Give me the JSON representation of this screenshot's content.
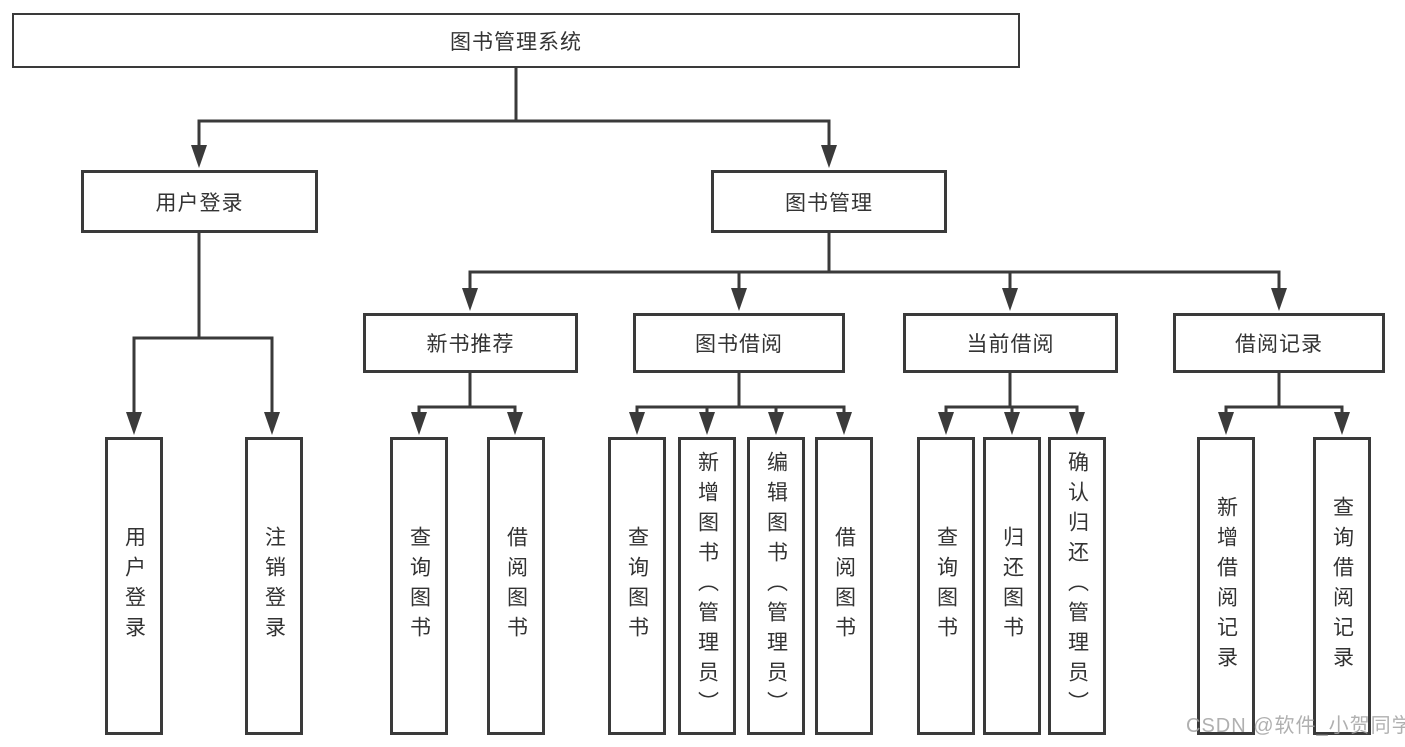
{
  "diagram": {
    "type": "hierarchy-tree",
    "root": {
      "label": "图书管理系统",
      "children": [
        {
          "label": "用户登录",
          "children": [
            {
              "label": "用户登录"
            },
            {
              "label": "注销登录"
            }
          ]
        },
        {
          "label": "图书管理",
          "children": [
            {
              "label": "新书推荐",
              "children": [
                {
                  "label": "查询图书"
                },
                {
                  "label": "借阅图书"
                }
              ]
            },
            {
              "label": "图书借阅",
              "children": [
                {
                  "label": "查询图书"
                },
                {
                  "label": "新增图书（管理员）"
                },
                {
                  "label": "编辑图书（管理员）"
                },
                {
                  "label": "借阅图书"
                }
              ]
            },
            {
              "label": "当前借阅",
              "children": [
                {
                  "label": "查询图书"
                },
                {
                  "label": "归还图书"
                },
                {
                  "label": "确认归还（管理员）"
                }
              ]
            },
            {
              "label": "借阅记录",
              "children": [
                {
                  "label": "新增借阅记录"
                },
                {
                  "label": "查询借阅记录"
                }
              ]
            }
          ]
        }
      ]
    },
    "colors": {
      "line": "#3a3a3a",
      "text": "#333333",
      "background": "#ffffff",
      "watermark": "#a3a3a3"
    }
  },
  "watermark": {
    "text": "CSDN @软件_小贺同学"
  }
}
